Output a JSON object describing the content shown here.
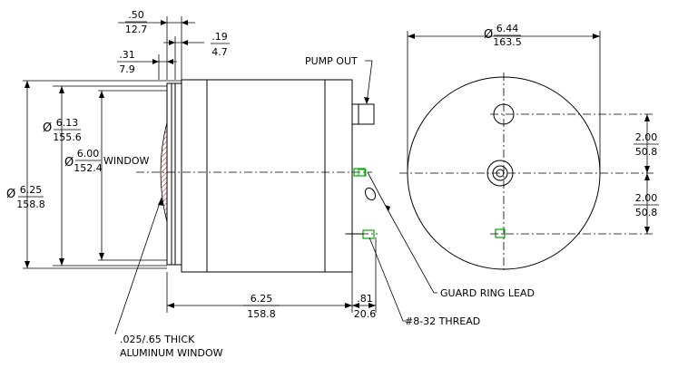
{
  "dimensions": {
    "flange_thickness": {
      "in": ".50",
      "mm": "12.7"
    },
    "step_small": {
      "in": ".19",
      "mm": "4.7"
    },
    "window_offset": {
      "in": ".31",
      "mm": "7.9"
    },
    "outer_diameter": {
      "in": "6.25",
      "mm": "158.8"
    },
    "flange_inner_diameter": {
      "in": "6.13",
      "mm": "155.6"
    },
    "window_diameter": {
      "in": "6.00",
      "mm": "152.4"
    },
    "body_length": {
      "in": "6.25",
      "mm": "158.8"
    },
    "connector_offset": {
      "in": ".81",
      "mm": "20.6"
    },
    "end_view_diameter": {
      "in": "6.44",
      "mm": "163.5"
    },
    "hole_spacing_upper": {
      "in": "2.00",
      "mm": "50.8"
    },
    "hole_spacing_lower": {
      "in": "2.00",
      "mm": "50.8"
    }
  },
  "symbols": {
    "diameter": "Ø"
  },
  "labels": {
    "window": "WINDOW",
    "pump_out": "PUMP OUT",
    "guard_ring_lead": "GUARD RING LEAD",
    "thread": "#8-32 THREAD",
    "window_material_line1": ".025/.65 THICK",
    "window_material_line2": "ALUMINUM WINDOW"
  },
  "colors": {
    "lines": "#000000",
    "window_hatch": "#cc0000",
    "connector_green": "#00aa00"
  }
}
